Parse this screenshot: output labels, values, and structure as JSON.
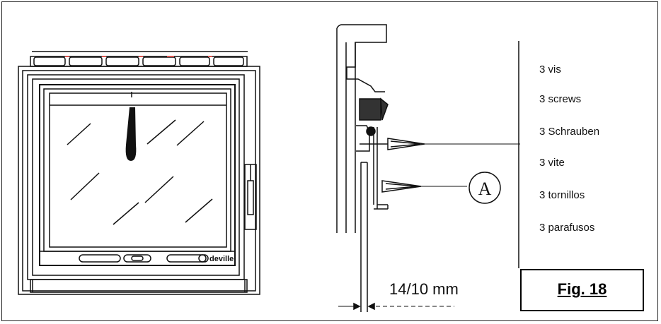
{
  "labels": [
    "3 vis",
    "3 screws",
    "3 Schrauben",
    "3 vite",
    "3 tornillos",
    "3 parafusos"
  ],
  "dimension": "14/10 mm",
  "figure": "Fig. 18",
  "callout": "A",
  "stove_brand": "deville",
  "colors": {
    "line": "#111111",
    "accent_red": "#d9534f"
  }
}
